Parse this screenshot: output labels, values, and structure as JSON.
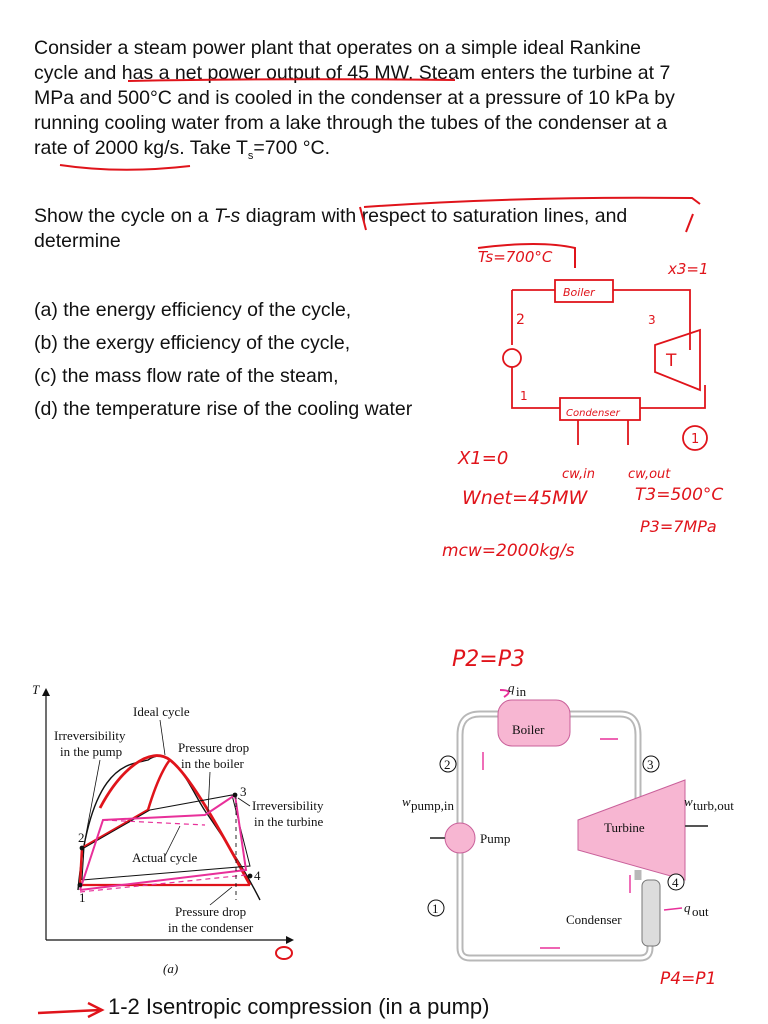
{
  "problem": {
    "intro_lines": [
      "Consider a steam power plant that operates on a simple ideal Rankine",
      "cycle and has a net power output of 45 MW. Steam enters the turbine at 7",
      "MPa and 500°C and is cooled in the condenser at a pressure of 10 kPa by",
      "running cooling water from a lake through the tubes of the condenser at a",
      "rate of 2000 kg/s. Take T",
      "s",
      "=700 °C."
    ],
    "task_line_1_pre": "Show the cycle on a ",
    "task_line_1_ts": "T-s",
    "task_line_1_post": " diagram with respect to saturation lines, and",
    "task_line_2": "determine",
    "items": [
      "(a) the energy efficiency of the cycle,",
      "(b) the exergy efficiency of the cycle,",
      "(c) the mass flow rate of the steam,",
      "(d) the temperature rise of the cooling water"
    ]
  },
  "handwritten": {
    "ts_note": "Ts=700°C",
    "x3_note": "x3=1",
    "boiler_note": "Boiler",
    "condenser_note": "Condenser",
    "state_2": "2",
    "state_3": "3",
    "state_1": "1",
    "turbine_t": "T",
    "circle_1": "1",
    "x1_note": "X1=0",
    "cw_in": "cw,in",
    "cw_out": "cw,out",
    "wnet_note": "Wnet=45MW",
    "t3_note": "T3=500°C",
    "p3_note": "P3=7MPa",
    "mcw_note": "mcw=2000kg/s",
    "p2p3_note": "P2=P3",
    "p4p1_note": "P4=P1"
  },
  "ts_diagram": {
    "axis_t": "T",
    "ideal_cycle": "Ideal cycle",
    "irr_pump_1": "Irreversibility",
    "irr_pump_2": "in the pump",
    "pd_boiler_1": "Pressure drop",
    "pd_boiler_2": "in the boiler",
    "irr_turb_1": "Irreversibility",
    "irr_turb_2": "in the turbine",
    "actual_cycle": "Actual cycle",
    "pd_cond_1": "Pressure drop",
    "pd_cond_2": "in the condenser",
    "caption": "(a)",
    "pt1": "1",
    "pt2": "2",
    "pt3": "3",
    "pt4": "4"
  },
  "schematic": {
    "q_in": "q",
    "q_in_sub": "in",
    "boiler": "Boiler",
    "turbine": "Turbine",
    "pump": "Pump",
    "condenser": "Condenser",
    "w_pump": "w",
    "w_pump_sub": "pump,in",
    "w_turb": "w",
    "w_turb_sub": "turb,out",
    "q_out": "q",
    "q_out_sub": "out",
    "s1": "1",
    "s2": "2",
    "s3": "3",
    "s4": "4"
  },
  "footer": {
    "text": "1-2 Isentropic compression (in a pump)"
  },
  "colors": {
    "ink_red": "#e0141b",
    "pink": "#e8309a",
    "component_pink": "#f7b6d2"
  }
}
